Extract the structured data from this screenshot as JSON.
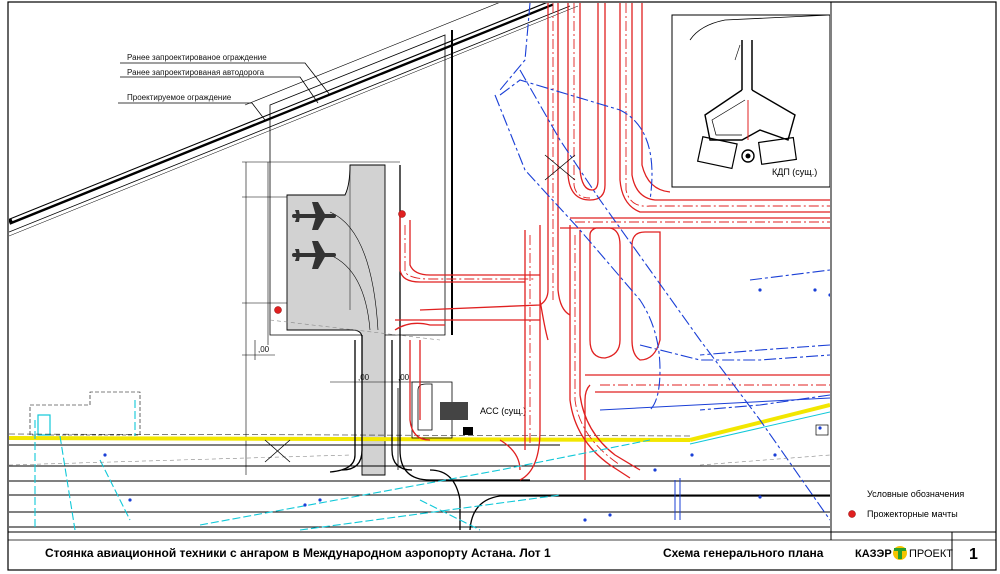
{
  "callouts": [
    "Ранее запроектированое ограждение",
    "Ранее запроектированая автодорога",
    "Проектируемое ограждение"
  ],
  "labels": {
    "kdp": "КДП (сущ.)",
    "acc": "АСС (сущ.)",
    "dim_00_a": ",00",
    "dim_00_b": ",00",
    "dim_00_c": ",00"
  },
  "legend": {
    "title": "Условные обозначения",
    "item": "Прожекторные мачты"
  },
  "title_block": {
    "project": "Стоянка авиационной техники с ангаром в Международном аэропорту Астана. Лот 1",
    "sheet_title": "Схема генерального плана",
    "logo_left": "КАЗЭР",
    "logo_right": "ПРОЕКТ",
    "sheet_no": "1"
  },
  "colors": {
    "taxiway_red": "#e02020",
    "utility_blue": "#1a3fd6",
    "utility_cyan": "#10c8d8",
    "road_yellow": "#f2e600",
    "apron_gray": "#d2d2d2",
    "logo_yellow": "#f5c400",
    "logo_green": "#2aa02a"
  }
}
